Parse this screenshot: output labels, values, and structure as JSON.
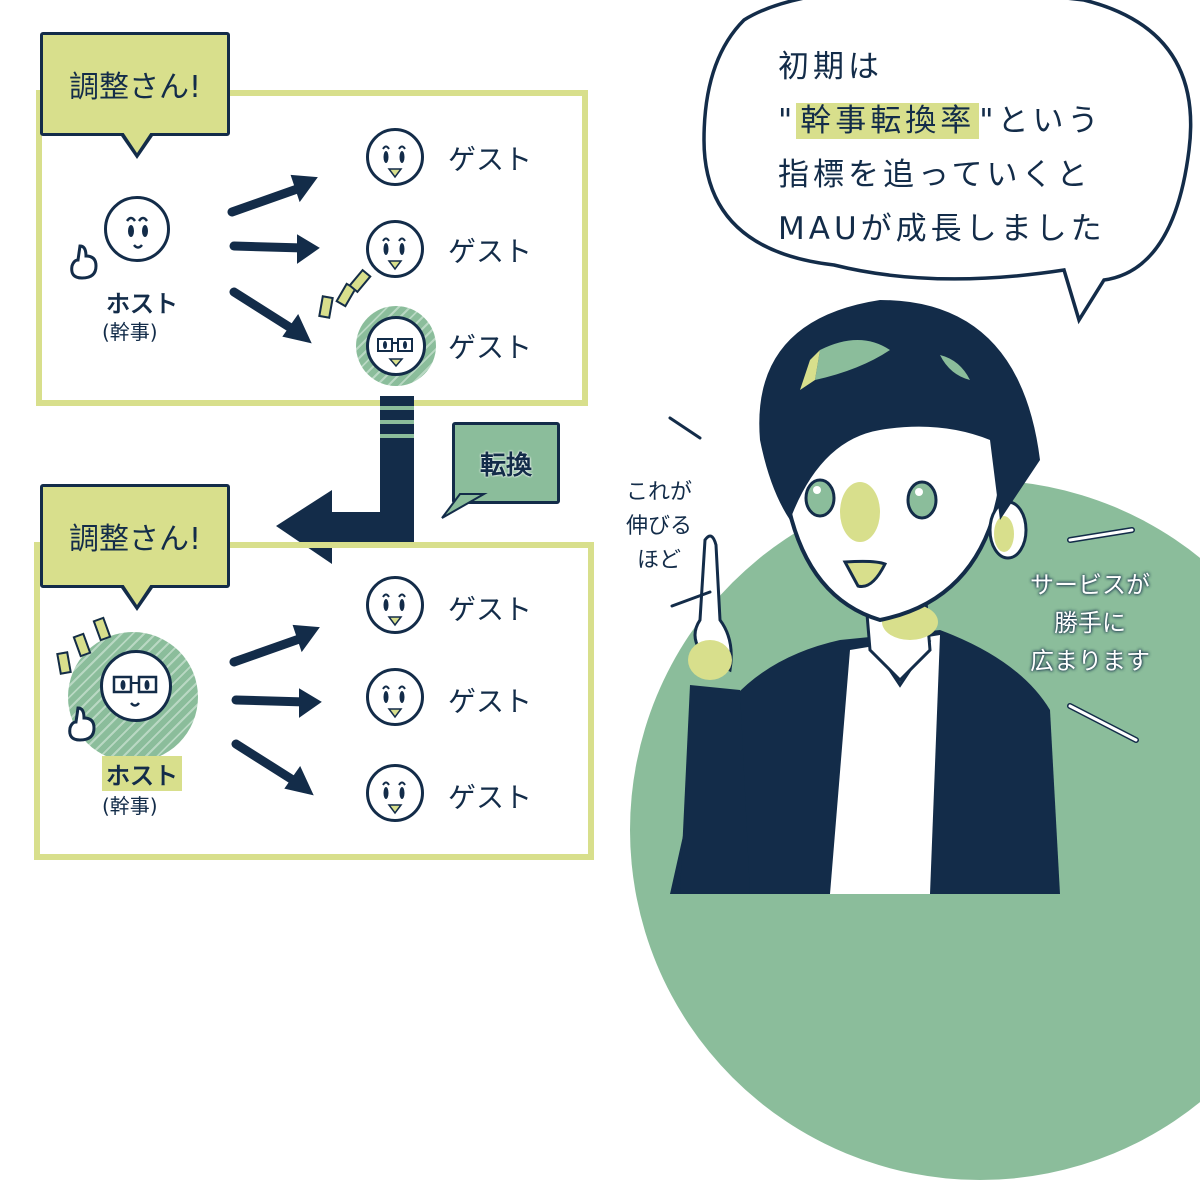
{
  "top_panel": {
    "tag": "調整さん!",
    "host_label": "ホスト",
    "host_sub": "(幹事)",
    "guests": [
      "ゲスト",
      "ゲスト",
      "ゲスト"
    ]
  },
  "conversion_tag": "転換",
  "bottom_panel": {
    "tag": "調整さん!",
    "host_label": "ホスト",
    "host_sub": "(幹事)",
    "guests": [
      "ゲスト",
      "ゲスト",
      "ゲスト"
    ]
  },
  "speech_bubble": {
    "line1": "初期は",
    "quote_open": "\"",
    "highlight": "幹事転換率",
    "quote_close": "\"",
    "line2_rest": "という",
    "line3": "指標を追っていくと",
    "line4": "MAUが成長しました"
  },
  "aside_left": [
    "これが",
    "伸びる",
    "ほど"
  ],
  "aside_right": [
    "サービスが",
    "勝手に",
    "広まります"
  ],
  "colors": {
    "navy": "#132c49",
    "lime": "#d8df8c",
    "green": "#8bbd9b",
    "white": "#ffffff"
  }
}
